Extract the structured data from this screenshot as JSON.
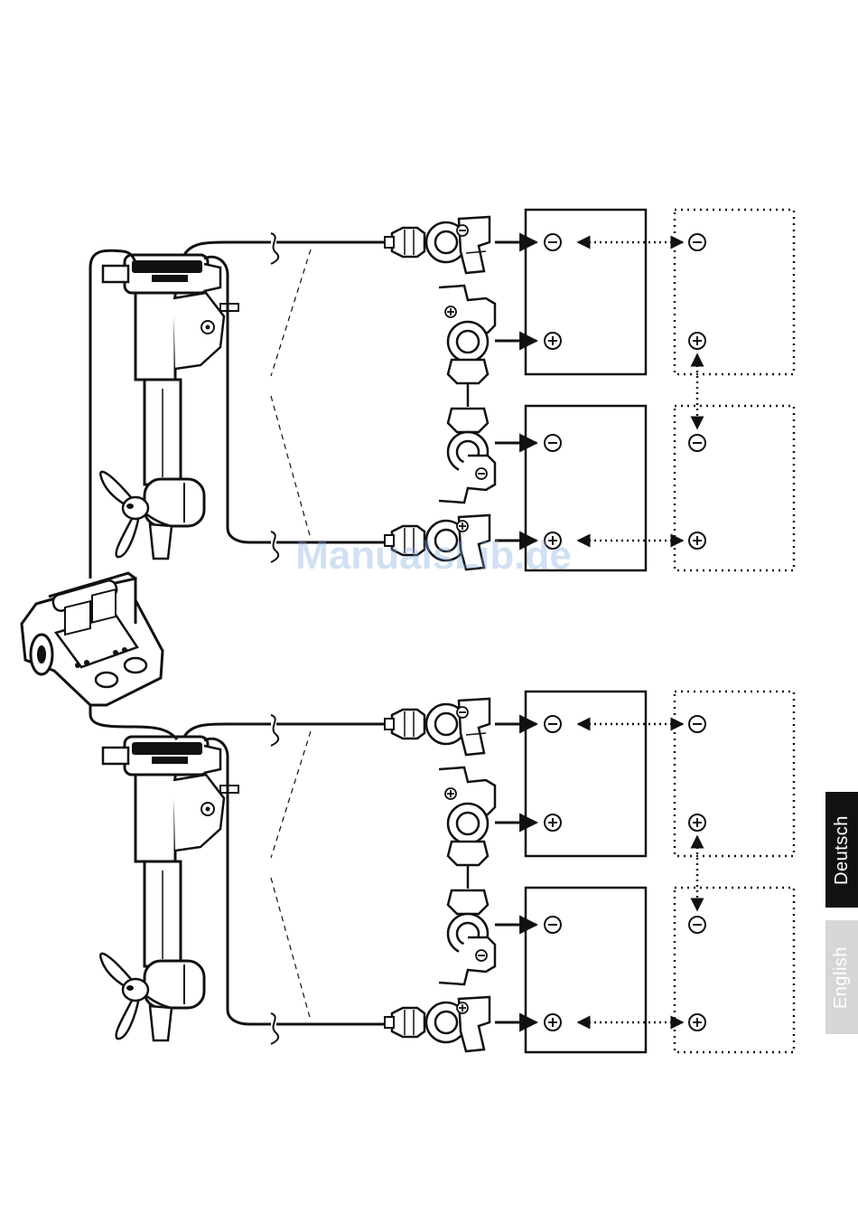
{
  "colors": {
    "ink": "#111111",
    "tab_active": "#111111",
    "tab_inactive": "#d6d6d6",
    "tab_active_text": "#ffffff",
    "tab_inactive_text": "#ffffff",
    "watermark": "#7da7df"
  },
  "language_tabs": [
    {
      "label": "Deutsch",
      "active": true
    },
    {
      "label": "English",
      "active": false
    }
  ],
  "watermark": "ManualsLib.de",
  "battery_symbols": {
    "minus": "minus-terminal-icon",
    "plus": "plus-terminal-icon"
  },
  "groups": [
    {
      "name": "upper-motor",
      "connected_to": "remote-throttle"
    },
    {
      "name": "lower-motor",
      "connected_to": "remote-throttle"
    }
  ]
}
